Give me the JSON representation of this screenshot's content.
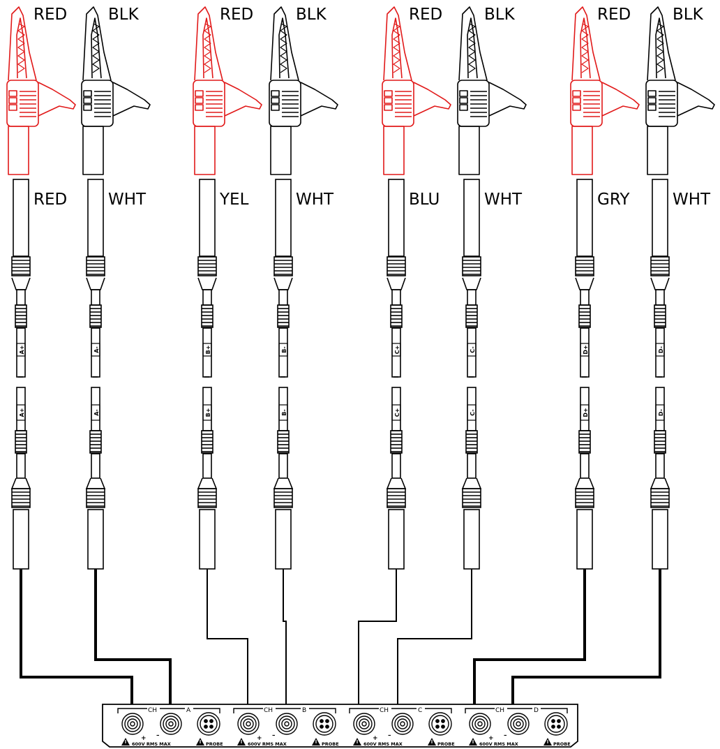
{
  "colors": {
    "red_clip": "#e11919",
    "line": "#000000",
    "background": "#ffffff"
  },
  "clips": [
    {
      "label": "RED",
      "color": "red"
    },
    {
      "label": "BLK",
      "color": "black"
    },
    {
      "label": "RED",
      "color": "red"
    },
    {
      "label": "BLK",
      "color": "black"
    },
    {
      "label": "RED",
      "color": "red"
    },
    {
      "label": "BLK",
      "color": "black"
    },
    {
      "label": "RED",
      "color": "red"
    },
    {
      "label": "BLK",
      "color": "black"
    }
  ],
  "leads": [
    {
      "label": "RED",
      "tag": "A+"
    },
    {
      "label": "WHT",
      "tag": "A-"
    },
    {
      "label": "YEL",
      "tag": "B+"
    },
    {
      "label": "WHT",
      "tag": "B-"
    },
    {
      "label": "BLU",
      "tag": "C+"
    },
    {
      "label": "WHT",
      "tag": "C-"
    },
    {
      "label": "GRY",
      "tag": "D+"
    },
    {
      "label": "WHT",
      "tag": "D-"
    }
  ],
  "panel": {
    "channels": [
      {
        "ch": "CH",
        "letter": "A",
        "rating": "600V RMS MAX",
        "probe": "PROBE",
        "plus": "+",
        "minus": "–"
      },
      {
        "ch": "CH",
        "letter": "B",
        "rating": "600V RMS MAX",
        "probe": "PROBE",
        "plus": "+",
        "minus": "–"
      },
      {
        "ch": "CH",
        "letter": "C",
        "rating": "600V RMS MAX",
        "probe": "PROBE",
        "plus": "+",
        "minus": "–"
      },
      {
        "ch": "CH",
        "letter": "D",
        "rating": "600V RMS MAX",
        "probe": "PROBE",
        "plus": "+",
        "minus": "–"
      }
    ]
  }
}
